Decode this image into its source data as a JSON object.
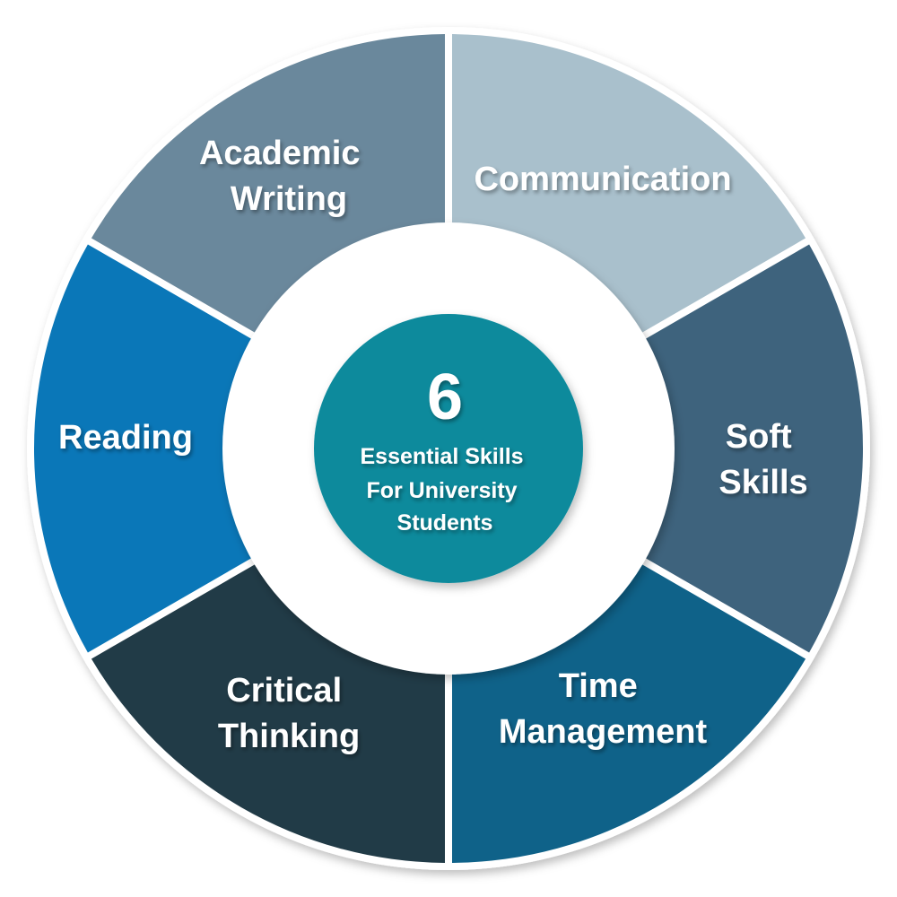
{
  "diagram": {
    "type": "segmented-donut",
    "center": {
      "number": "6",
      "lines": [
        "Essential Skills",
        "For University",
        "Students"
      ],
      "color": "#0b8a9c"
    },
    "segments": [
      {
        "lines": [
          "Academic",
          "Writing"
        ],
        "color": "#6a889c"
      },
      {
        "lines": [
          "Communication"
        ],
        "color": "#a9c0cc"
      },
      {
        "lines": [
          "Soft",
          "Skills"
        ],
        "color": "#3e637d"
      },
      {
        "lines": [
          "Time",
          "Management"
        ],
        "color": "#0f6289"
      },
      {
        "lines": [
          "Critical",
          "Thinking"
        ],
        "color": "#213b47"
      },
      {
        "lines": [
          "Reading"
        ],
        "color": "#0a77b8"
      }
    ]
  }
}
